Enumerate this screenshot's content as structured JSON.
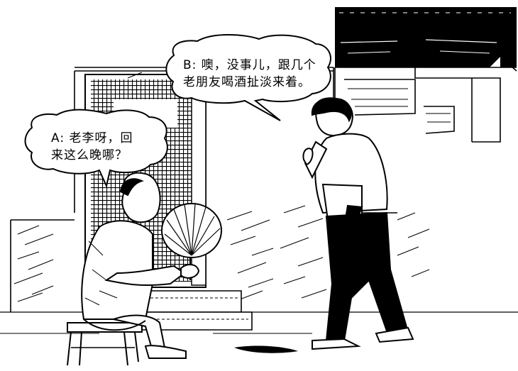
{
  "dialogue": {
    "a": {
      "line1": "A: 老李呀，回",
      "line2": "来这么晚哪？"
    },
    "b": {
      "line1": "B: 噢，没事儿，跟几个",
      "line2": "老朋友喝酒扯淡来着。"
    }
  },
  "colors": {
    "ink": "#000000",
    "paper": "#ffffff"
  }
}
